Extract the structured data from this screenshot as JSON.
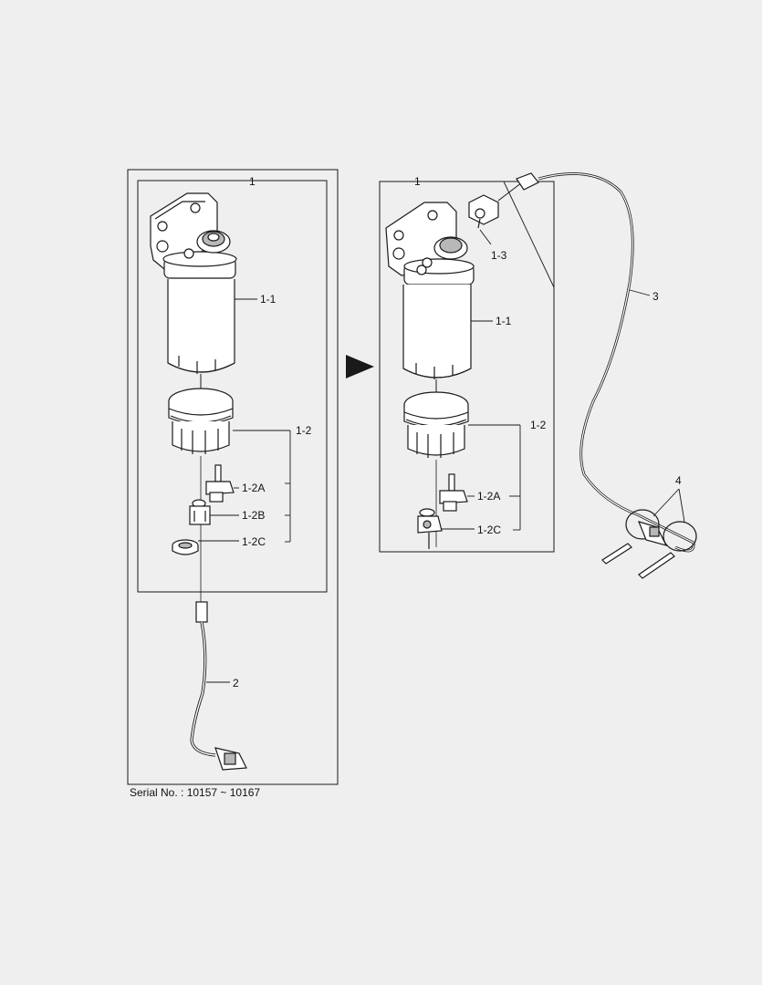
{
  "labels": {
    "left_assembly": "1",
    "left_filter_element": "1-1",
    "left_bowl": "1-2",
    "left_sensor_a": "1-2A",
    "left_sensor_b": "1-2B",
    "left_sensor_c": "1-2C",
    "left_harness": "2",
    "right_assembly": "1",
    "right_filter_element": "1-1",
    "right_bowl": "1-2",
    "right_sensor_a": "1-2A",
    "right_sensor_c": "1-2C",
    "right_connector": "1-3",
    "right_harness": "3",
    "cable_ties": "4"
  },
  "footer": {
    "serial": "Serial No. : 10157 ~ 10167"
  },
  "colors": {
    "background": "#efefef",
    "line": "#1a1a1a",
    "part_fill": "#ffffff",
    "shade": "#b8b8b8"
  }
}
